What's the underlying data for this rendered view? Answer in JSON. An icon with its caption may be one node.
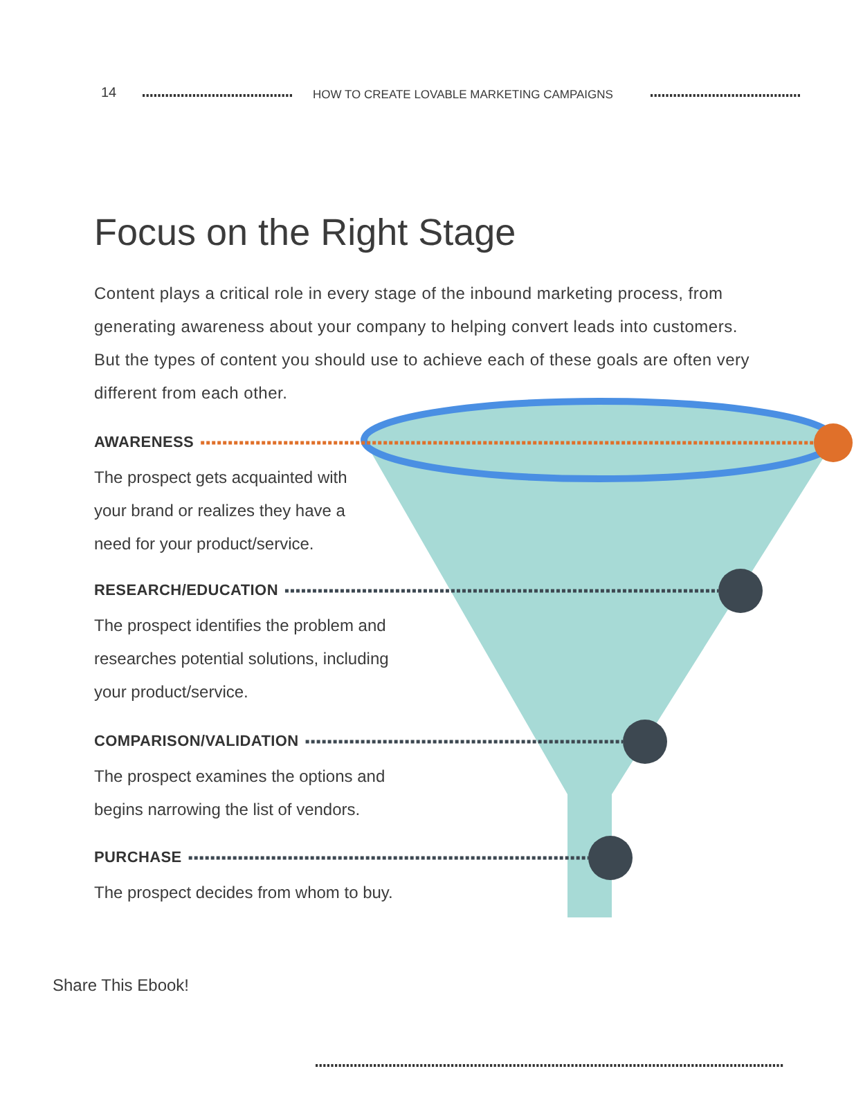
{
  "diagram": {
    "title": "Focus on the Right Stage",
    "nodes": [
      {
        "text": [
          "AWARENESS"
        ],
        "beside": [
          "The prospect gets acquainted with your brand or realizes they have a need for your product/service."
        ]
      },
      {
        "text": [],
        "shape": "circle"
      },
      {
        "text": [
          "RESEARCH/EDUCATION"
        ],
        "beside": [
          "The prospect identifies the problem and researches potential solutions, including your product/service."
        ]
      },
      {
        "text": [],
        "shape": "circle"
      },
      {
        "text": [
          "COMPARISON/VALIDATION"
        ],
        "beside": [
          "The prospect examines the options and begins narrowing the list of vendors."
        ]
      },
      {
        "text": [],
        "shape": "circle"
      },
      {
        "text": [
          "PURCHASE"
        ],
        "beside": [
          "The prospect decides from whom to buy."
        ]
      },
      {
        "text": [],
        "shape": "circle"
      }
    ],
    "edges": [
      {
        "from": 0,
        "to": 1,
        "arrow": "none",
        "style": "dashed",
        "color": "#e0702a"
      },
      {
        "from": 2,
        "to": 3,
        "arrow": "none",
        "style": "dashed"
      },
      {
        "from": 4,
        "to": 5,
        "arrow": "none",
        "style": "dashed"
      },
      {
        "from": 6,
        "to": 7,
        "arrow": "none",
        "style": "dashed"
      }
    ],
    "labels": [
      "14",
      "HOW TO CREATE LOVABLE MARKETING CAMPAIGNS",
      "Content plays a critical role in every stage of the inbound marketing process, from generating awareness about your company to helping convert leads into customers. But the types of content you should use to achieve each of these goals are often very different from each other.",
      "Share This Ebook!"
    ]
  }
}
